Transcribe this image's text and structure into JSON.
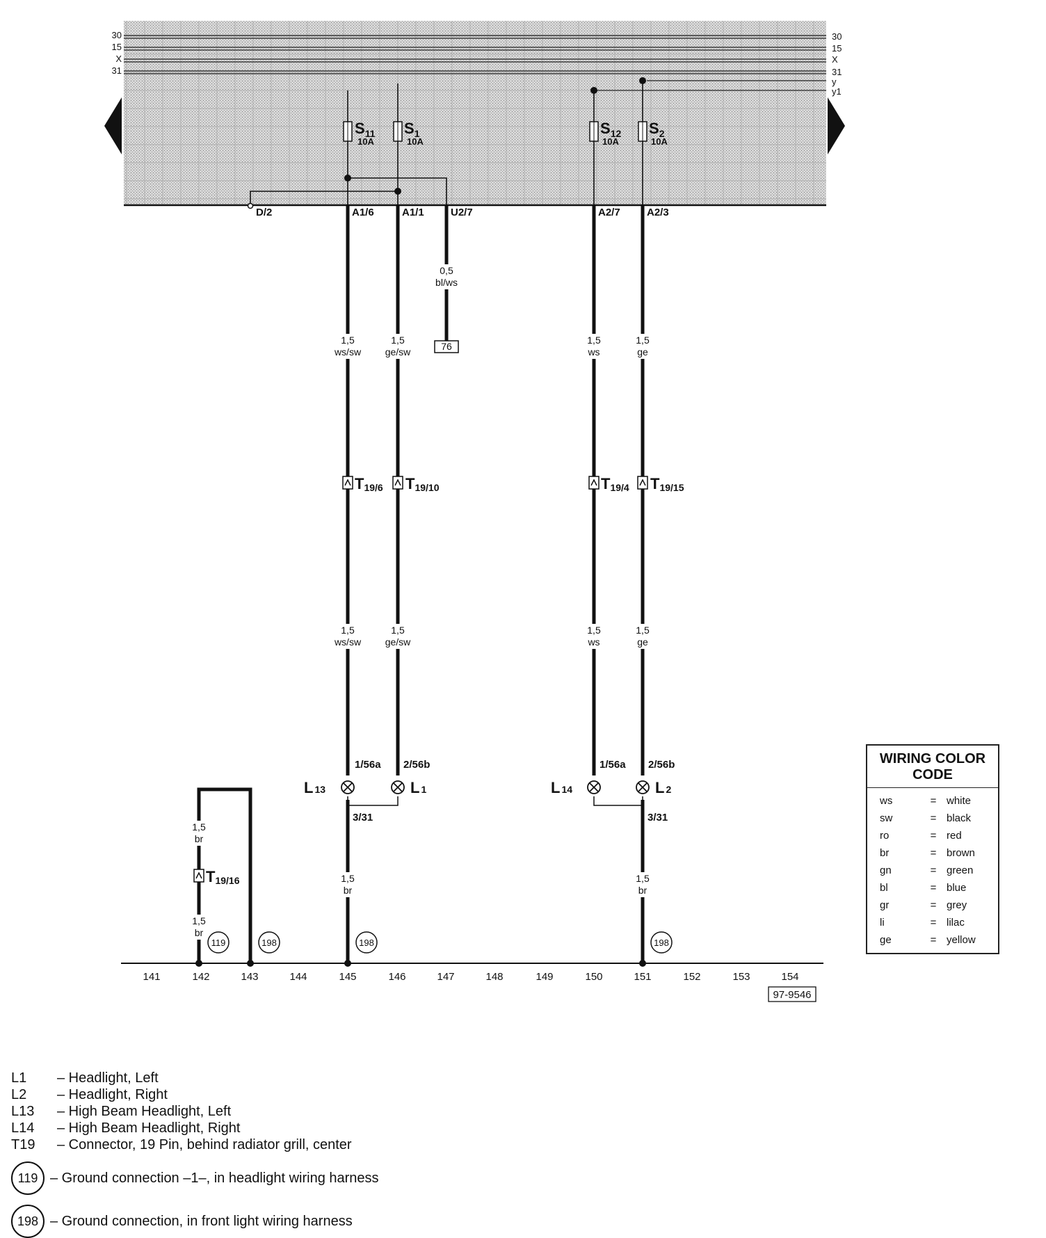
{
  "fuse_panel": {
    "left_bus_labels": [
      "30",
      "15",
      "X",
      "31"
    ],
    "right_bus_labels": [
      "30",
      "15",
      "X",
      "31",
      "y",
      "y1"
    ]
  },
  "fuses": [
    {
      "name": "S",
      "sub": "11",
      "rating": "10A"
    },
    {
      "name": "S",
      "sub": "1",
      "rating": "10A"
    },
    {
      "name": "S",
      "sub": "12",
      "rating": "10A"
    },
    {
      "name": "S",
      "sub": "2",
      "rating": "10A"
    }
  ],
  "terminals": [
    "D/2",
    "A1/6",
    "A1/1",
    "U2/7",
    "A2/7",
    "A2/3"
  ],
  "wires": [
    {
      "size": "0,5",
      "color": "bl/ws"
    },
    {
      "size": "1,5",
      "color": "ws/sw"
    },
    {
      "size": "1,5",
      "color": "ge/sw"
    },
    {
      "size": "1,5",
      "color": "ws"
    },
    {
      "size": "1,5",
      "color": "ge"
    },
    {
      "size": "1,5",
      "color": "ws/sw"
    },
    {
      "size": "1,5",
      "color": "ge/sw"
    },
    {
      "size": "1,5",
      "color": "ws"
    },
    {
      "size": "1,5",
      "color": "ge"
    },
    {
      "size": "1,5",
      "color": "br"
    },
    {
      "size": "1,5",
      "color": "br"
    },
    {
      "size": "1,5",
      "color": "br"
    },
    {
      "size": "1,5",
      "color": "br"
    }
  ],
  "reference_box": "76",
  "connectors": [
    {
      "name": "T",
      "pin": "19/6"
    },
    {
      "name": "T",
      "pin": "19/10"
    },
    {
      "name": "T",
      "pin": "19/4"
    },
    {
      "name": "T",
      "pin": "19/15"
    },
    {
      "name": "T",
      "pin": "19/16"
    }
  ],
  "pins": [
    "1/56a",
    "2/56b",
    "3/31",
    "1/56a",
    "2/56b",
    "3/31"
  ],
  "lamps": [
    {
      "name": "L",
      "sub": "13"
    },
    {
      "name": "L",
      "sub": "1"
    },
    {
      "name": "L",
      "sub": "14"
    },
    {
      "name": "L",
      "sub": "2"
    }
  ],
  "grounds": [
    "119",
    "198",
    "198",
    "198"
  ],
  "columns": [
    "141",
    "142",
    "143",
    "144",
    "145",
    "146",
    "147",
    "148",
    "149",
    "150",
    "151",
    "152",
    "153",
    "154"
  ],
  "diagram_id": "97-9546",
  "color_code": {
    "title": "WIRING COLOR CODE",
    "entries": [
      {
        "code": "ws",
        "eq": "=",
        "name": "white"
      },
      {
        "code": "sw",
        "eq": "=",
        "name": "black"
      },
      {
        "code": "ro",
        "eq": "=",
        "name": "red"
      },
      {
        "code": "br",
        "eq": "=",
        "name": "brown"
      },
      {
        "code": "gn",
        "eq": "=",
        "name": "green"
      },
      {
        "code": "bl",
        "eq": "=",
        "name": "blue"
      },
      {
        "code": "gr",
        "eq": "=",
        "name": "grey"
      },
      {
        "code": "li",
        "eq": "=",
        "name": "lilac"
      },
      {
        "code": "ge",
        "eq": "=",
        "name": "yellow"
      }
    ]
  },
  "legend": {
    "items": [
      {
        "code": "L1",
        "desc": "– Headlight, Left"
      },
      {
        "code": "L2",
        "desc": "– Headlight, Right"
      },
      {
        "code": "L13",
        "desc": "– High Beam Headlight, Left"
      },
      {
        "code": "L14",
        "desc": "– High Beam Headlight, Right"
      },
      {
        "code": "T19",
        "desc": "– Connector, 19 Pin, behind radiator grill, center"
      }
    ],
    "grounds": [
      {
        "num": "119",
        "desc": "– Ground connection –1–, in headlight wiring harness"
      },
      {
        "num": "198",
        "desc": "– Ground connection, in front light wiring harness"
      }
    ]
  }
}
